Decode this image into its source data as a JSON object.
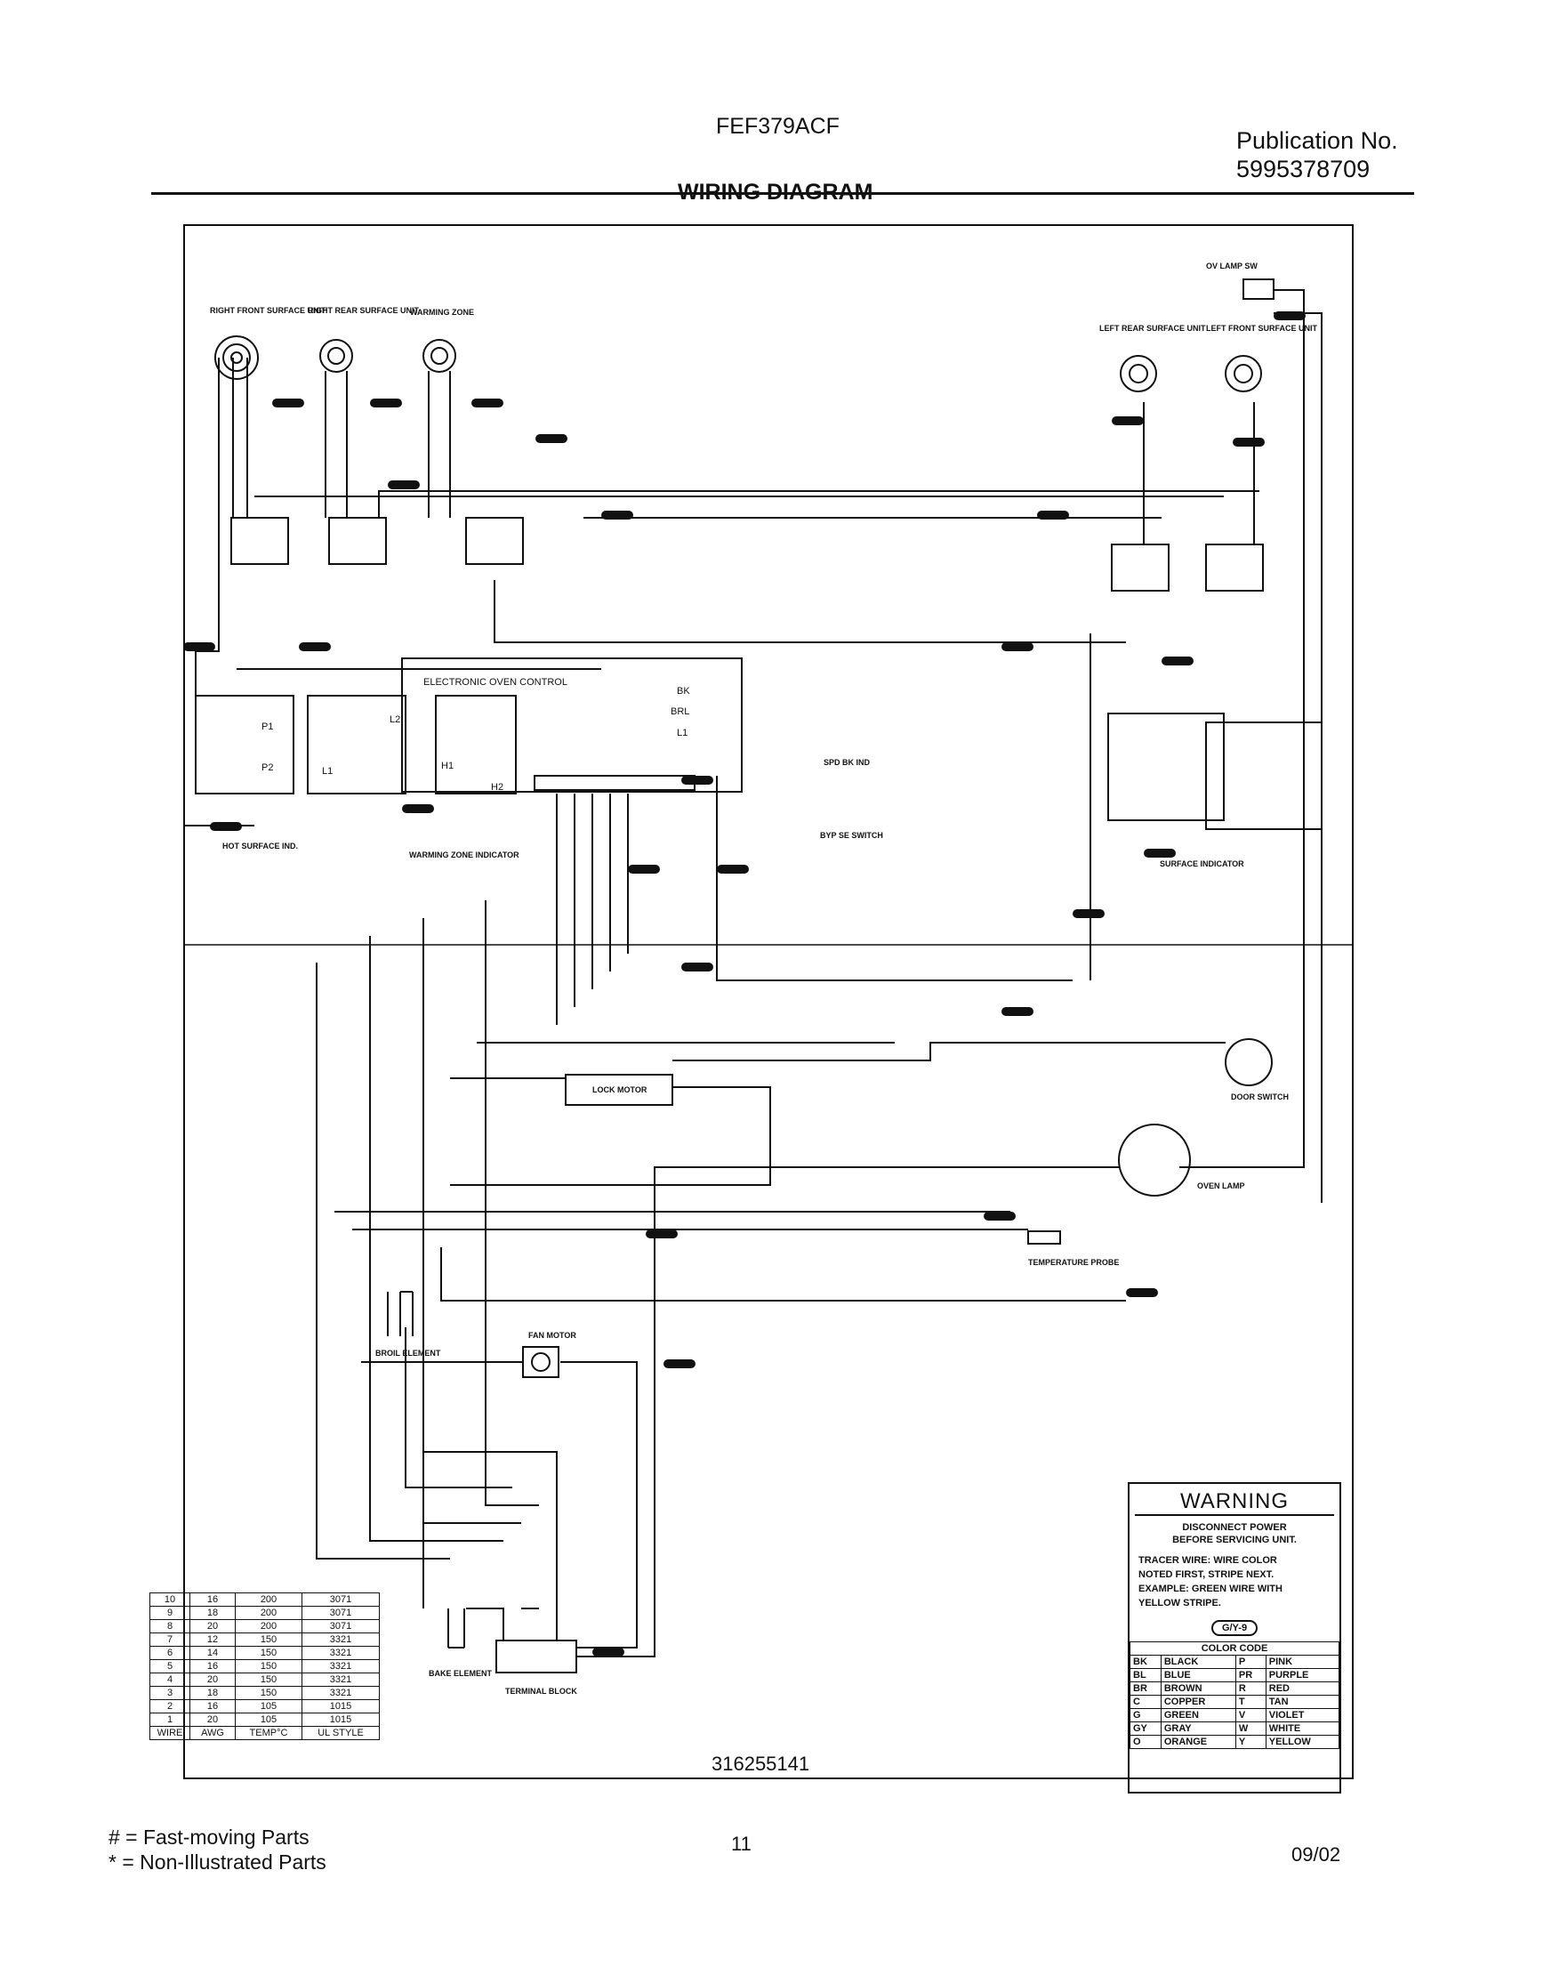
{
  "header": {
    "model": "FEF379ACF",
    "publication_label": "Publication No.",
    "publication_number": "5995378709",
    "title": "WIRING DIAGRAM"
  },
  "components": {
    "rf_surface_unit": "RIGHT FRONT SURFACE UNIT",
    "rr_surface_unit": "RIGHT REAR SURFACE UNIT",
    "warming_zone": "WARMING ZONE",
    "lr_surface_unit": "LEFT REAR SURFACE UNIT",
    "lf_surface_unit": "LEFT FRONT SURFACE UNIT",
    "ov_lamp_sw": "OV LAMP SW",
    "electronic_oven_control": "ELECTRONIC OVEN CONTROL",
    "eoc_bk": "BK",
    "eoc_brl": "BRL",
    "eoc_l1": "L1",
    "hot_surface_ind": "HOT SURFACE IND.",
    "warming_zone_indicator": "WARMING ZONE INDICATOR",
    "surface_indicator": "SURFACE INDICATOR",
    "spd_bk_ind": "SPD BK IND",
    "bypass_switch": "BYP SE SWITCH",
    "lock_motor": "LOCK MOTOR",
    "door_switch": "DOOR SWITCH",
    "oven_lamp": "OVEN LAMP",
    "temperature_probe": "TEMPERATURE PROBE",
    "broil_element": "BROIL ELEMENT",
    "fan_motor": "FAN MOTOR",
    "bake_element": "BAKE ELEMENT",
    "terminal_block": "TERMINAL BLOCK",
    "l1": "L1",
    "l2": "L2",
    "h1": "H1",
    "h2": "H2",
    "p1": "P1",
    "p2": "P2"
  },
  "wire_table": {
    "header": [
      "WIRE",
      "AWG",
      "TEMP°C",
      "UL STYLE"
    ],
    "rows": [
      [
        "10",
        "16",
        "200",
        "3071"
      ],
      [
        "9",
        "18",
        "200",
        "3071"
      ],
      [
        "8",
        "20",
        "200",
        "3071"
      ],
      [
        "7",
        "12",
        "150",
        "3321"
      ],
      [
        "6",
        "14",
        "150",
        "3321"
      ],
      [
        "5",
        "16",
        "150",
        "3321"
      ],
      [
        "4",
        "20",
        "150",
        "3321"
      ],
      [
        "3",
        "18",
        "150",
        "3321"
      ],
      [
        "2",
        "16",
        "105",
        "1015"
      ],
      [
        "1",
        "20",
        "105",
        "1015"
      ]
    ]
  },
  "warning": {
    "title": "WARNING",
    "subtitle_1": "DISCONNECT POWER",
    "subtitle_2": "BEFORE SERVICING UNIT.",
    "tracer_1": "TRACER WIRE: WIRE COLOR",
    "tracer_2": "NOTED FIRST, STRIPE NEXT.",
    "tracer_3": "EXAMPLE: GREEN WIRE WITH",
    "tracer_4": "YELLOW STRIPE.",
    "example": "G/Y-9"
  },
  "color_code": {
    "title": "COLOR CODE",
    "rows": [
      [
        "BK",
        "BLACK",
        "P",
        "PINK"
      ],
      [
        "BL",
        "BLUE",
        "PR",
        "PURPLE"
      ],
      [
        "BR",
        "BROWN",
        "R",
        "RED"
      ],
      [
        "C",
        "COPPER",
        "T",
        "TAN"
      ],
      [
        "G",
        "GREEN",
        "V",
        "VIOLET"
      ],
      [
        "GY",
        "GRAY",
        "W",
        "WHITE"
      ],
      [
        "O",
        "ORANGE",
        "Y",
        "YELLOW"
      ]
    ]
  },
  "footer": {
    "part_number": "316255141",
    "legend_fast": "# = Fast-moving Parts",
    "legend_non": "* = Non-Illustrated Parts",
    "page_number": "11",
    "date": "09/02"
  }
}
